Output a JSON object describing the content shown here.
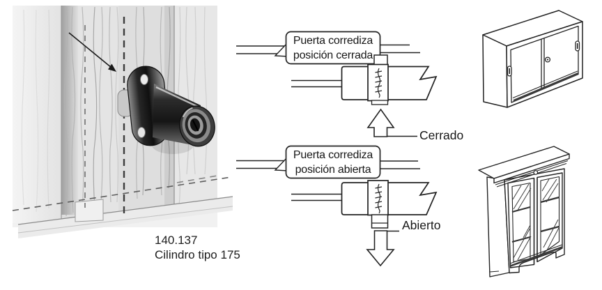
{
  "page": {
    "background": "#ffffff",
    "ink": "#222222"
  },
  "caption": {
    "code": "140.137",
    "type_label": "Cilindro tipo 175"
  },
  "diagram_closed": {
    "callout_line1": "Puerta corrediza",
    "callout_line2": "posición cerrada",
    "state_label": "Cerrado"
  },
  "diagram_open": {
    "callout_line1": "Puerta corrediza",
    "callout_line2": "posición abierta",
    "state_label": "Abierto"
  },
  "figures": {
    "photo": "cylinder-push-lock-on-door-stile-photo",
    "cabinet_top": "sliding-door-cabinet-drawing",
    "cabinet_bottom": "glass-sliding-door-bookcase-drawing"
  }
}
